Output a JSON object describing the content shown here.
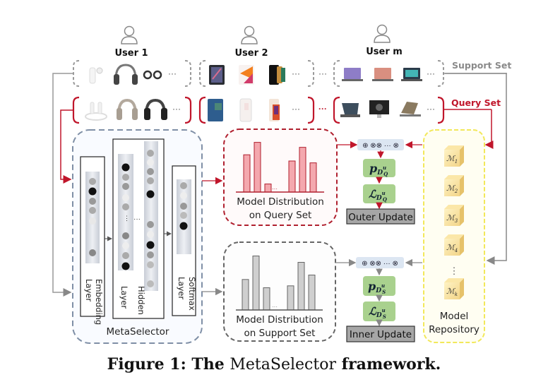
{
  "users": [
    {
      "label": "User 1",
      "support_items": [
        "earbuds",
        "headphones",
        "sport-earbuds"
      ],
      "query_items": [
        "neckband-earphones",
        "headphones-silver",
        "headphones-black"
      ]
    },
    {
      "label": "User 2",
      "support_items": [
        "tablet-dark",
        "tablet-orange",
        "phone-black"
      ],
      "query_items": [
        "tablet-blue",
        "phone-white",
        "phone-gold"
      ]
    },
    {
      "label": "User m",
      "support_items": [
        "laptop-purple",
        "laptop-rose",
        "laptop-teal"
      ],
      "query_items": [
        "laptop-dark",
        "desktop-monitor",
        "laptop-convertible"
      ]
    }
  ],
  "ellipsis": "···",
  "support_set_label": "Support Set",
  "query_set_label": "Query Set",
  "metaselector": {
    "title": "MetaSelector",
    "layers": [
      "Embedding Layer",
      "Hidden Layer",
      "Softmax Layer"
    ]
  },
  "query_distribution": {
    "label_line1": "Model Distribution",
    "label_line2": "on Query Set",
    "bars_left": [
      0.6,
      0.8,
      0.13
    ],
    "bars_right": [
      0.5,
      0.72,
      0.47
    ],
    "color": "#f4a8ae",
    "border": "#b0202f"
  },
  "support_distribution": {
    "label_line1": "Model Distribution",
    "label_line2": "on Support Set",
    "bars_left": [
      0.48,
      0.85,
      0.35
    ],
    "bars_right": [
      0.38,
      0.75,
      0.55
    ],
    "color": "#cfcfcf",
    "border": "#666666"
  },
  "operators": "⊕ ⊗⊗ ··· ⊗",
  "outer_branch": {
    "prob_main": "p",
    "prob_sub": "D",
    "prob_sup": "u",
    "prob_subsub": "Q",
    "loss_main": "ℒ",
    "update_label": "Outer Update"
  },
  "inner_branch": {
    "prob_main": "p",
    "prob_sub": "D",
    "prob_sup": "u",
    "prob_subsub": "S",
    "loss_main": "ℒ",
    "update_label": "Inner Update"
  },
  "repository": {
    "models": [
      "ℳ",
      "ℳ",
      "ℳ",
      "ℳ",
      "ℳ"
    ],
    "model_subscripts": [
      "1",
      "2",
      "3",
      "4",
      "k"
    ],
    "vdots": "⋮",
    "label_line1": "Model",
    "label_line2": "Repository"
  },
  "caption": {
    "prefix": "Figure 1: The ",
    "name": "MetaSelector",
    "suffix": " framework."
  },
  "colors": {
    "query_red": "#c0162b",
    "support_gray": "#8a8a8a",
    "metaselector_border": "#7f8fa6",
    "repository_border": "#f2e85a",
    "green_box": "#a9d18e",
    "update_box": "#a6a6a6",
    "operator_box": "#dce6f2"
  }
}
